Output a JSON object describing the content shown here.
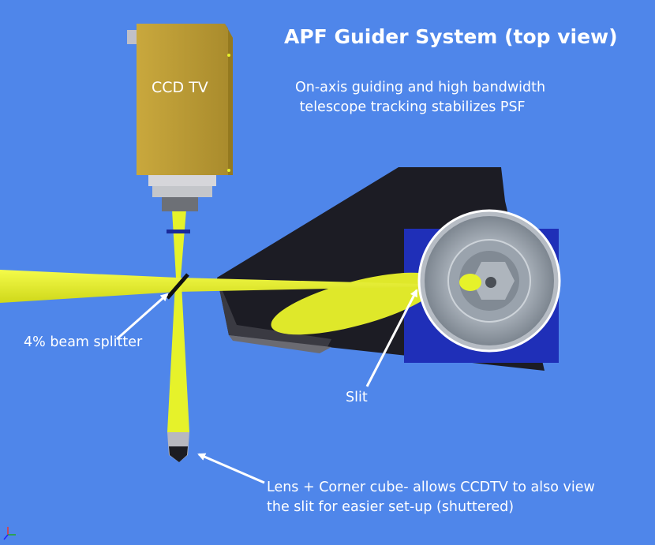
{
  "title": "APF Guider System (top view)",
  "subtitle": {
    "line1": "On-axis guiding and high bandwidth",
    "line2": " telescope tracking stabilizes PSF"
  },
  "camera": {
    "label": "CCD TV"
  },
  "labels": {
    "beam_splitter": "4% beam splitter",
    "slit": "Slit",
    "lens_line1": "Lens + Corner cube- allows CCDTV to also view",
    "lens_line2": "the slit for easier set-up (shuttered)"
  },
  "colors": {
    "background": "#4f86ea",
    "beam": "#e6f22a",
    "camera_body": "#b89a35",
    "slit_plate": "#1f2fb8",
    "housing": "#1c1c24",
    "text": "#ffffff"
  },
  "icons": [
    "axis-triad-icon"
  ]
}
